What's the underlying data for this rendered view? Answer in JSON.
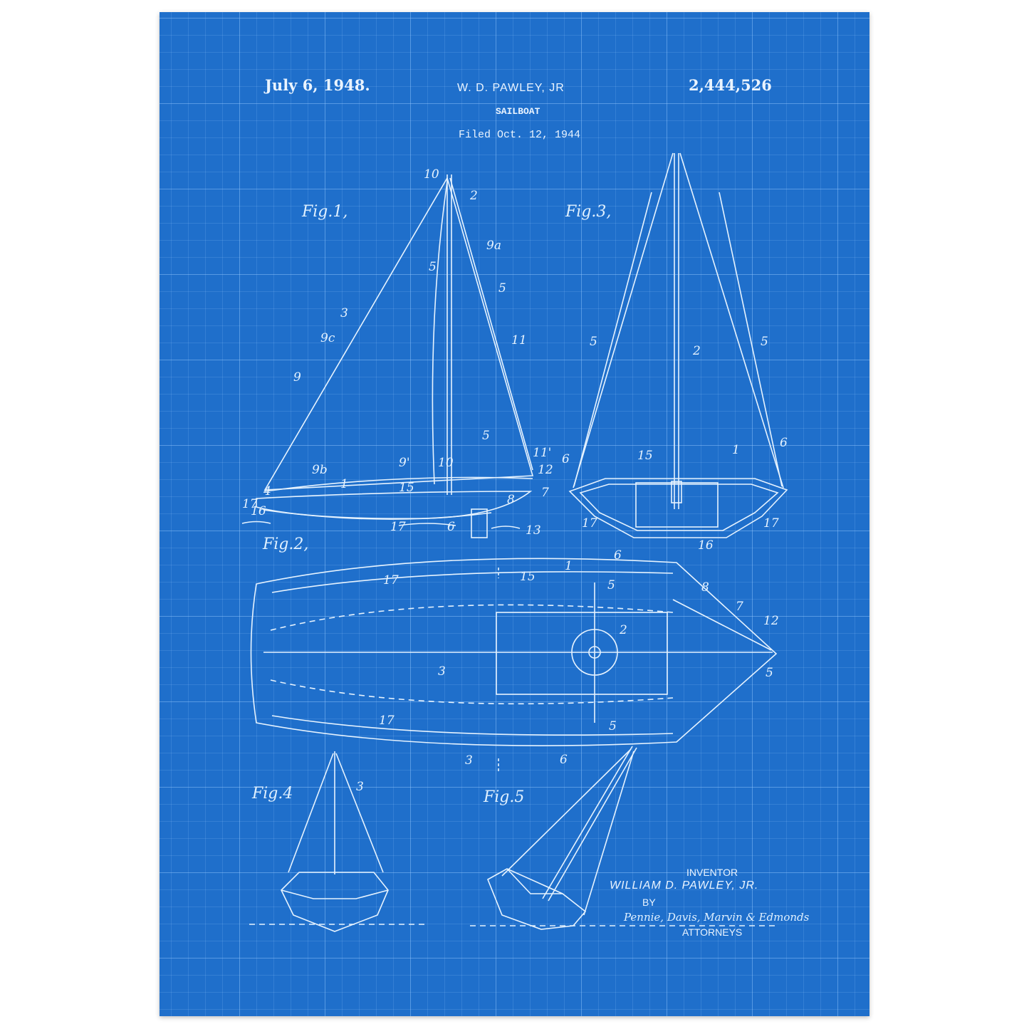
{
  "header": {
    "date": "July 6, 1948.",
    "inventor_short": "W. D. PAWLEY, JR",
    "title": "SAILBOAT",
    "filed": "Filed Oct. 12, 1944",
    "patent_number": "2,444,526"
  },
  "figures": {
    "fig1": "Fig.1,",
    "fig2": "Fig.2,",
    "fig3": "Fig.3,",
    "fig4": "Fig.4",
    "fig5": "Fig.5"
  },
  "signature": {
    "inventor_label": "INVENTOR",
    "inventor_name": "WILLIAM D. PAWLEY, JR.",
    "by": "BY",
    "attorneys_signature": "Pennie, Davis, Marvin & Edmonds",
    "attorneys_label": "ATTORNEYS"
  },
  "reference_numerals": [
    "10",
    "2",
    "5",
    "9a",
    "5",
    "3",
    "9c",
    "11",
    "9",
    "9'",
    "5",
    "11'",
    "12",
    "15",
    "10",
    "9b",
    "1",
    "4",
    "7",
    "8",
    "13",
    "6",
    "17",
    "17",
    "16",
    "5",
    "2",
    "5",
    "15",
    "1",
    "6",
    "6",
    "17",
    "17",
    "16",
    "3",
    "1",
    "6",
    "17",
    "15",
    "5",
    "8",
    "2",
    "7",
    "12",
    "3",
    "5",
    "17",
    "5",
    "6",
    "3"
  ],
  "colors": {
    "blueprint": "#1f6fcb",
    "ink": "#e6f3ff"
  }
}
